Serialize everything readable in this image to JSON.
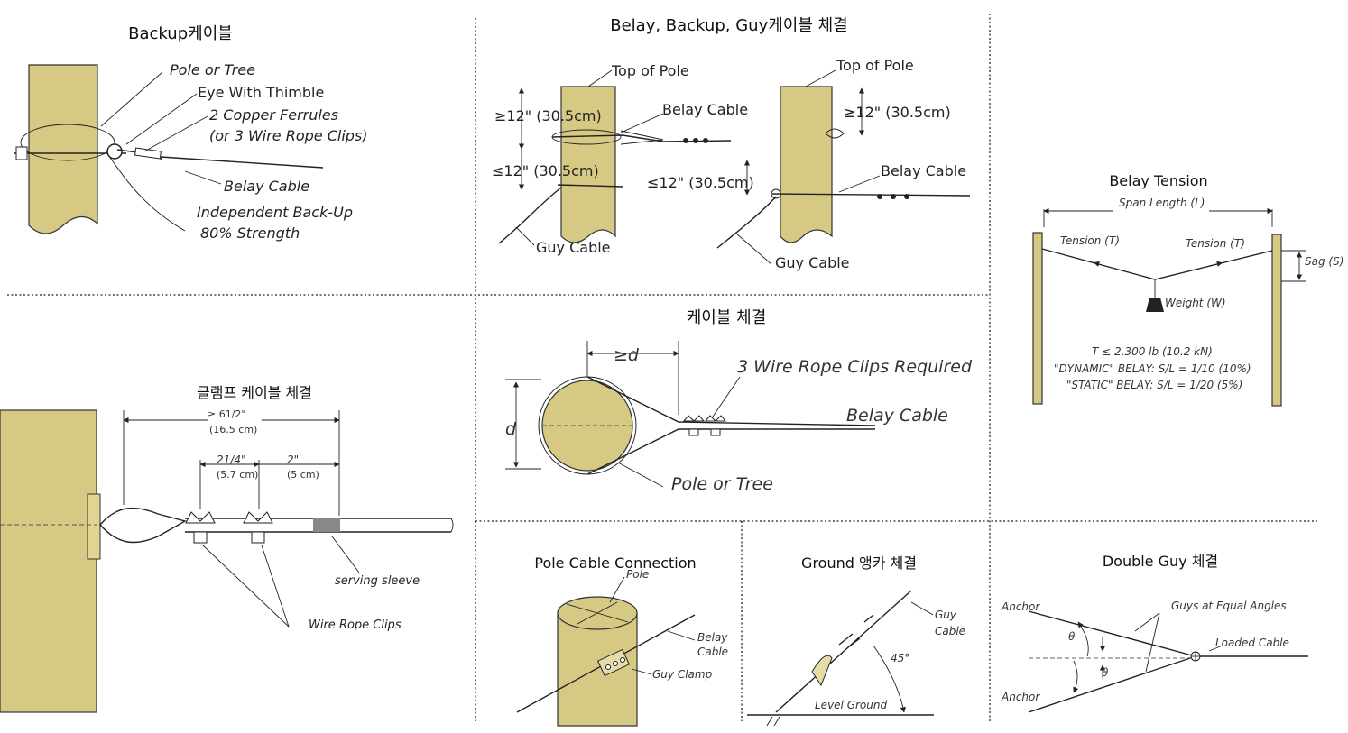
{
  "panels": {
    "backup": {
      "title": "Backup케이블",
      "labels": {
        "pole": "Pole or Tree",
        "eye": "Eye With Thimble",
        "ferrules1": "2 Copper Ferrules",
        "ferrules2": "(or 3 Wire Rope Clips)",
        "belay": "Belay Cable",
        "independent1": "Independent Back-Up",
        "independent2": "80% Strength"
      }
    },
    "belay_backup_guy": {
      "title": "Belay, Backup, Guy케이블 체결",
      "labels": {
        "top_left": "Top of Pole",
        "belay_left": "Belay Cable",
        "ge12_left": "≥12\" (30.5cm)",
        "le12_left": "≤12\" (30.5cm)",
        "guy_left": "Guy Cable",
        "top_right": "Top of Pole",
        "ge12_right": "≥12\" (30.5cm)",
        "le12_right": "≤12\" (30.5cm)",
        "belay_right": "Belay Cable",
        "guy_right": "Guy Cable"
      }
    },
    "belay_tension": {
      "title": "Belay Tension",
      "labels": {
        "span": "Span Length (L)",
        "tension_l": "Tension (T)",
        "tension_r": "Tension (T)",
        "sag": "Sag (S)",
        "weight": "Weight (W)",
        "eq1": "T ≤ 2,300 lb (10.2 kN)",
        "eq2": "\"DYNAMIC\" BELAY: S/L = 1/10 (10%)",
        "eq3": "\"STATIC\" BELAY: S/L = 1/20 (5%)"
      }
    },
    "clamp": {
      "title": "클램프 케이블 체결",
      "labels": {
        "total1": "≥ 61/2\"",
        "total2": "(16.5 cm)",
        "d1a": "21/4\"",
        "d1b": "(5.7 cm)",
        "d2a": "2\"",
        "d2b": "(5 cm)",
        "sleeve": "serving sleeve",
        "clips": "Wire Rope Clips"
      }
    },
    "cable": {
      "title": "케이블 체결",
      "labels": {
        "gd": "≥d",
        "d": "d",
        "clips": "3 Wire Rope Clips Required",
        "belay": "Belay Cable",
        "pole": "Pole or Tree"
      }
    },
    "pole_conn": {
      "title": "Pole Cable Connection",
      "labels": {
        "pole": "Pole",
        "belay1": "Belay",
        "belay2": "Cable",
        "clamp": "Guy Clamp"
      }
    },
    "ground": {
      "title": "Ground 앵카 체결",
      "labels": {
        "guy1": "Guy",
        "guy2": "Cable",
        "angle": "45°",
        "level": "Level Ground"
      }
    },
    "double_guy": {
      "title": "Double Guy 체결",
      "labels": {
        "anchor_top": "Anchor",
        "anchor_bottom": "Anchor",
        "equal": "Guys at Equal Angles",
        "loaded": "Loaded Cable",
        "theta1": "θ",
        "theta2": "θ"
      }
    }
  },
  "colors": {
    "pole": "#d6c983",
    "line": "#222222",
    "background": "#ffffff"
  }
}
